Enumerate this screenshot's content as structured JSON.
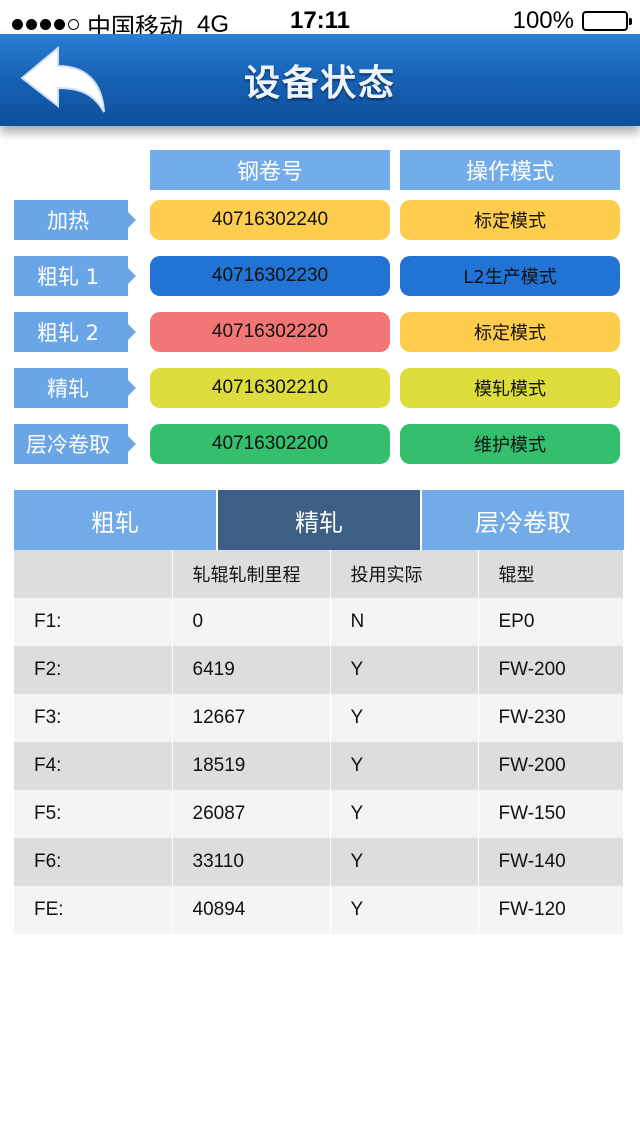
{
  "status_bar": {
    "carrier": "中国移动",
    "network": "4G",
    "time": "17:11",
    "battery": "100%"
  },
  "nav": {
    "title": "设备状态"
  },
  "device_grid": {
    "columns": [
      "钢卷号",
      "操作模式"
    ],
    "rows": [
      {
        "label": "加热",
        "coil": "40716302240",
        "mode": "标定模式",
        "coil_color": "#ffcd4d",
        "mode_color": "#ffcd4d"
      },
      {
        "label": "粗轧 1",
        "coil": "40716302230",
        "mode": "L2生产模式",
        "coil_color": "#2174d4",
        "mode_color": "#2174d4"
      },
      {
        "label": "粗轧 2",
        "coil": "40716302220",
        "mode": "标定模式",
        "coil_color": "#f27676",
        "mode_color": "#ffcd4d"
      },
      {
        "label": "精轧",
        "coil": "40716302210",
        "mode": "模轧模式",
        "coil_color": "#dcdc3c",
        "mode_color": "#dcdc3c"
      },
      {
        "label": "层冷卷取",
        "coil": "40716302200",
        "mode": "维护模式",
        "coil_color": "#33bf6d",
        "mode_color": "#33bf6d"
      }
    ]
  },
  "tabs": [
    {
      "label": "粗轧",
      "active": false
    },
    {
      "label": "精轧",
      "active": true
    },
    {
      "label": "层冷卷取",
      "active": false
    }
  ],
  "table": {
    "headers": [
      "",
      "轧辊轧制里程",
      "投用实际",
      "辊型"
    ],
    "rows": [
      [
        "F1:",
        "0",
        "N",
        "EP0"
      ],
      [
        "F2:",
        "6419",
        "Y",
        "FW-200"
      ],
      [
        "F3:",
        "12667",
        "Y",
        "FW-230"
      ],
      [
        "F4:",
        "18519",
        "Y",
        "FW-200"
      ],
      [
        "F5:",
        "26087",
        "Y",
        "FW-150"
      ],
      [
        "F6:",
        "33110",
        "Y",
        "FW-140"
      ],
      [
        "FE:",
        "40894",
        "Y",
        "FW-120"
      ]
    ]
  },
  "colors": {
    "nav_blue": "#1763b6",
    "header_blue": "#73acea",
    "tab_active": "#3c5f85"
  }
}
